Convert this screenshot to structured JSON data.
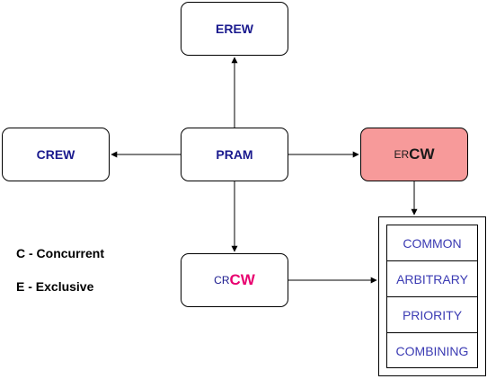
{
  "colors": {
    "label_blue": "#1a1a8e",
    "accent_pink": "#e8006f",
    "ercw_fill": "#f79a9a",
    "policy_text": "#3b3bb3",
    "line": "#000000"
  },
  "nodes": {
    "erew": "EREW",
    "crew": "CREW",
    "pram": "PRAM",
    "ercw": {
      "prefix": "ER",
      "suffix": "CW"
    },
    "crcw": {
      "prefix": "CR",
      "suffix": "CW"
    }
  },
  "legend": {
    "concurrent": "C - Concurrent",
    "exclusive": "E - Exclusive"
  },
  "policies": [
    "COMMON",
    "ARBITRARY",
    "PRIORITY",
    "COMBINING"
  ]
}
